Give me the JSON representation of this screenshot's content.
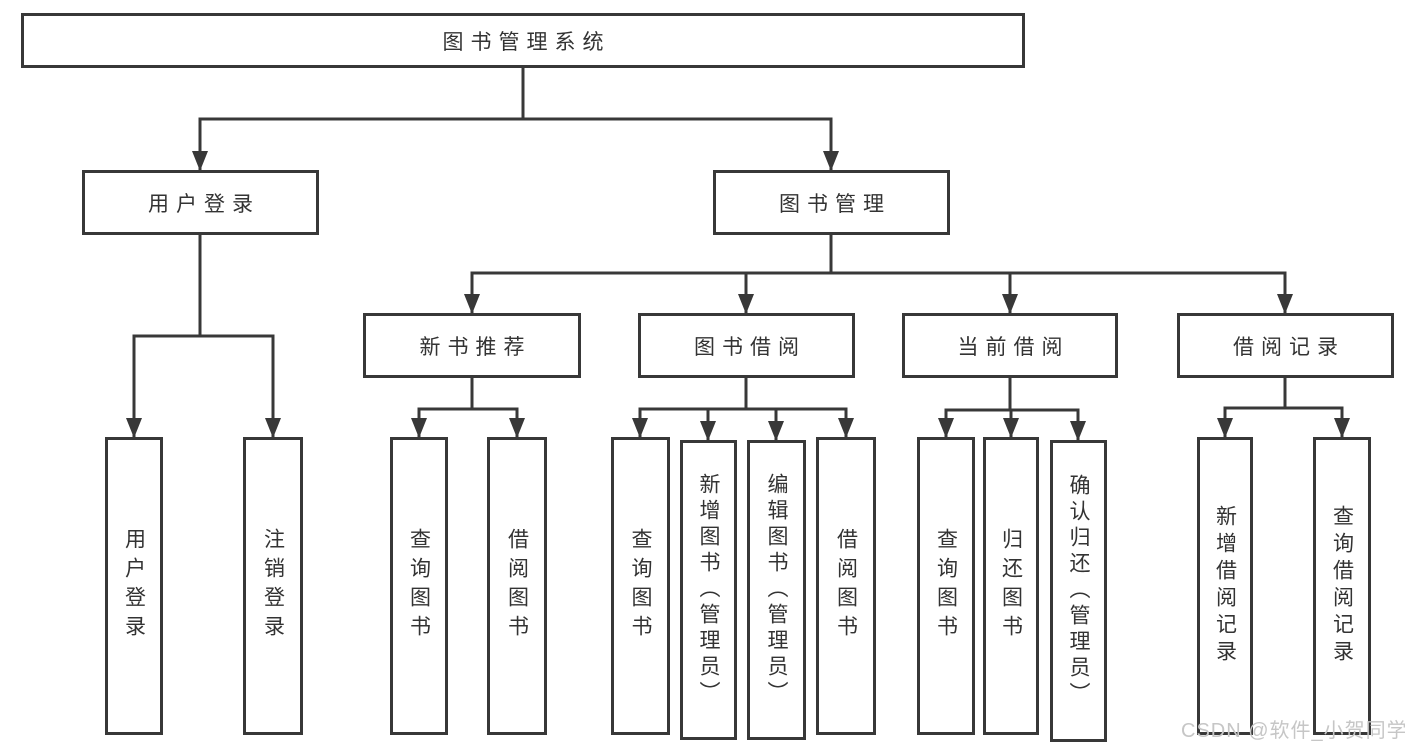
{
  "colors": {
    "line": "#383838",
    "text": "#333333",
    "background": "#ffffff",
    "watermark": "#c6c6c6"
  },
  "tree": {
    "root": {
      "label": "图书管理系统"
    },
    "branches": [
      {
        "label": "用户登录",
        "children": [
          {
            "label": "用户登录"
          },
          {
            "label": "注销登录"
          }
        ]
      },
      {
        "label": "图书管理",
        "children": [
          {
            "label": "新书推荐",
            "children": [
              {
                "label": "查询图书"
              },
              {
                "label": "借阅图书"
              }
            ]
          },
          {
            "label": "图书借阅",
            "children": [
              {
                "label": "查询图书"
              },
              {
                "label": "新增图书（管理员）"
              },
              {
                "label": "编辑图书（管理员）"
              },
              {
                "label": "借阅图书"
              }
            ]
          },
          {
            "label": "当前借阅",
            "children": [
              {
                "label": "查询图书"
              },
              {
                "label": "归还图书"
              },
              {
                "label": "确认归还（管理员）"
              }
            ]
          },
          {
            "label": "借阅记录",
            "children": [
              {
                "label": "新增借阅记录"
              },
              {
                "label": "查询借阅记录"
              }
            ]
          }
        ]
      }
    ]
  },
  "watermark": {
    "text": "CSDN @软件_小贺同学"
  }
}
